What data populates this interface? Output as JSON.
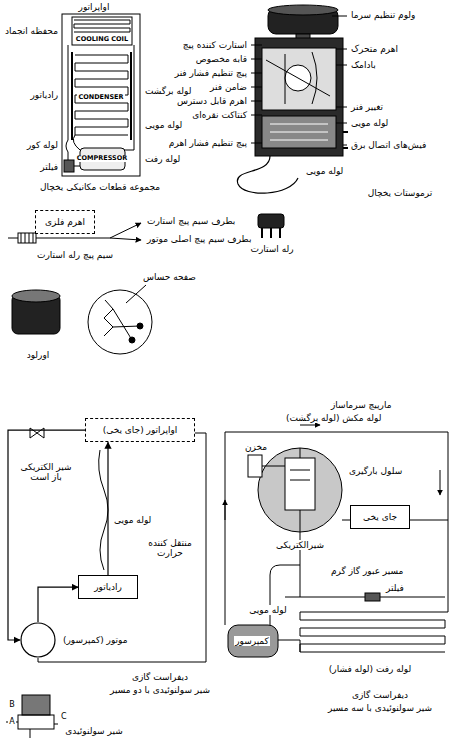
{
  "diagram": {
    "nodes": [
      {
        "text": [
          "اواپراتور (جای یخی)"
        ]
      },
      {
        "text": [
          "رادیاتور"
        ]
      },
      {
        "text": [
          "موتور (کمپرسور)"
        ]
      },
      {
        "text": [
          "جای یخی"
        ]
      },
      {
        "text": [
          "اهرم فلزی"
        ]
      }
    ],
    "edges": [
      {
        "from": 2,
        "to": 1,
        "arrow": "to"
      },
      {
        "from": 1,
        "to": 0,
        "arrow": "to"
      },
      {
        "from": 0,
        "to": 2,
        "arrow": "to"
      }
    ],
    "labels": [
      "اواپراتور",
      "محفظه انجماد",
      "COOLING COIL",
      "رادیاتور",
      "CONDENSER",
      "لوله برگشت",
      "لوله مویی",
      "لوله کور",
      "COMPRESSOR",
      "لوله رفت",
      "فیلتر",
      "مجموعه قطعات مکانیکی یخچال",
      "ولوم تنظیم سرما",
      "اهرم متحرک",
      "بادامک",
      "استارت کننده پیچ",
      "قابه مخصوص",
      "پیچ تنظیم فشار فنر",
      "ضامن فنر",
      "اهرم قابل دسترس",
      "کنتاکت نقره‌ای",
      "تغییر فنر",
      "لوله مویی",
      "پیچ تنظیم فشار اهرم",
      "فیش‌های اتصال برق",
      "لوله مویی",
      "ترموستات یخچال",
      "بطرف سیم پیچ استارت",
      "بطرف سیم پیچ اصلی موتور",
      "سیم پیچ رله استارت",
      "رله استارت",
      "صفحه حساس",
      "اورلود",
      "شیر الکتریکی باز است",
      "لوله مویی",
      "منتقل کننده حرارت",
      "دیفراست گازی",
      "شیر سولنوئیدی با دو مسیر",
      "B",
      "A",
      "C",
      "شیر سولنوئیدی",
      "مارپیچ سرماساز",
      "لوله مکش (لوله برگشت)",
      "مخزن",
      "سلول بارگیری",
      "شیرالکتریکی",
      "مسیر عبور گاز گرم",
      "فیلتر",
      "لوله مویی",
      "کمپرسور",
      "لوله رفت (لوله فشار)",
      "دیفراست گازی",
      "شیر سولنوئیدی با سه مسیر"
    ]
  }
}
